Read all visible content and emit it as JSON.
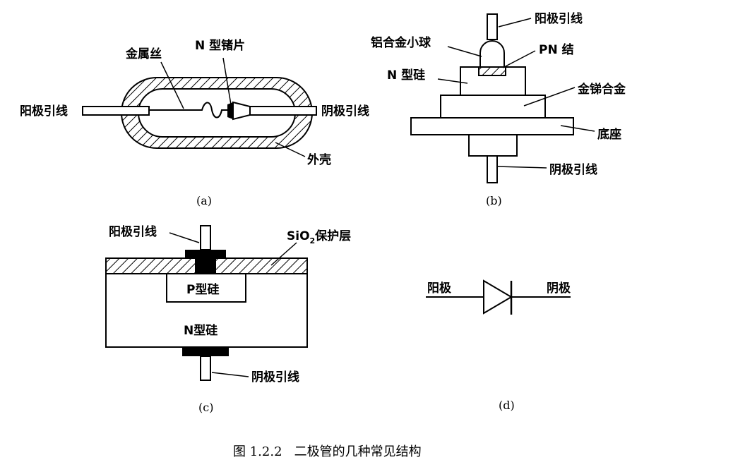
{
  "panel_a": {
    "label_metal_wire": "金属丝",
    "label_germanium": "N 型锗片",
    "label_anode_lead": "阳极引线",
    "label_cathode_lead": "阴极引线",
    "label_shell": "外壳",
    "sublabel": "(a)"
  },
  "panel_b": {
    "label_anode_lead": "阳极引线",
    "label_al_ball": "铝合金小球",
    "label_pn": "PN 结",
    "label_n_si": "N 型硅",
    "label_ausb": "金锑合金",
    "label_base": "底座",
    "label_cathode_lead": "阴极引线",
    "sublabel": "(b)"
  },
  "panel_c": {
    "label_anode_lead": "阳极引线",
    "label_sio2_prefix": "SiO",
    "label_sio2_sub": "2",
    "label_sio2_suffix": "保护层",
    "label_p_si": "P型硅",
    "label_n_si": "N型硅",
    "label_cathode_lead": "阴极引线",
    "sublabel": "(c)"
  },
  "panel_d": {
    "label_anode": "阳极",
    "label_cathode": "阴极",
    "sublabel": "(d)"
  },
  "caption": "图 1.2.2   二极管的几种常见结构"
}
